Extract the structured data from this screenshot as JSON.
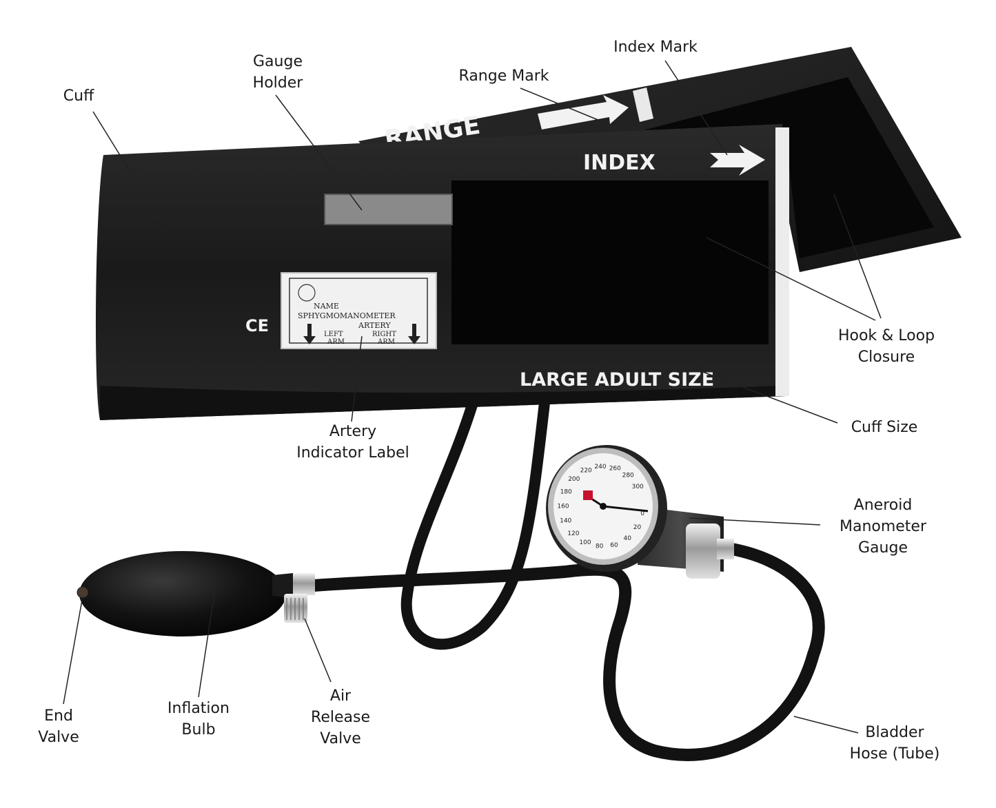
{
  "labels": {
    "cuff": [
      "Cuff"
    ],
    "gauge_holder": [
      "Gauge",
      "Holder"
    ],
    "range_mark": [
      "Range Mark"
    ],
    "index_mark": [
      "Index Mark"
    ],
    "hook_loop": [
      "Hook & Loop",
      "Closure"
    ],
    "cuff_size": [
      "Cuff Size"
    ],
    "artery_label": [
      "Artery",
      "Indicator Label"
    ],
    "aneroid": [
      "Aneroid",
      "Manometer",
      "Gauge"
    ],
    "end_valve": [
      "End",
      "Valve"
    ],
    "inflation_bulb": [
      "Inflation",
      "Bulb"
    ],
    "air_release": [
      "Air",
      "Release",
      "Valve"
    ],
    "bladder_hose": [
      "Bladder",
      "Hose (Tube)"
    ]
  },
  "product_text": {
    "range": "RANGE",
    "index": "INDEX",
    "size": "LARGE ADULT SIZE",
    "ce": "CE",
    "tag_line1": "NAME",
    "tag_line2": "SPHYGMOMANOMETER",
    "tag_line3": "ARTERY",
    "tag_left": "LEFT",
    "tag_left2": "ARM",
    "tag_right": "RIGHT",
    "tag_right2": "ARM"
  },
  "gauge_scale": [
    "0",
    "20",
    "40",
    "60",
    "80",
    "100",
    "120",
    "140",
    "160",
    "180",
    "200",
    "220",
    "240",
    "260",
    "280",
    "300"
  ],
  "colors": {
    "cuff_black": "#1c1c1c",
    "velcro": "#0a0a0a",
    "holder_gray": "#8a8a8a",
    "hose": "#111111",
    "dial_face": "#f4f4f4",
    "chrome": "#c9c9c9",
    "leader": "#222222"
  }
}
